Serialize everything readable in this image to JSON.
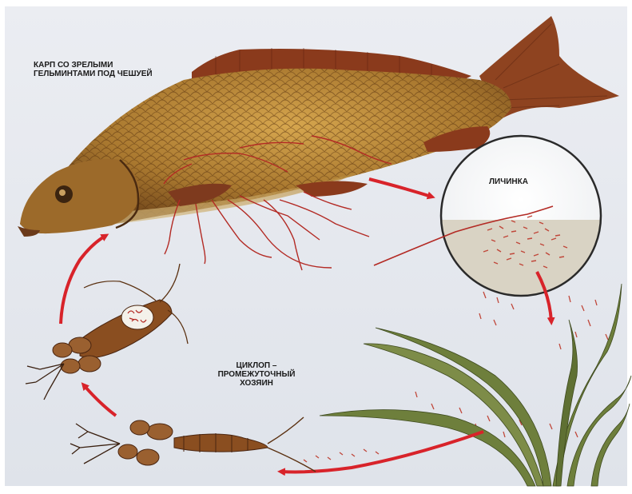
{
  "labels": {
    "carp": "КАРП СО ЗРЕЛЫМИ ГЕЛЬМИНТАМИ ПОД ЧЕШУЕЙ",
    "larva": "ЛИЧИНКА",
    "cyclops": "ЦИКЛОП – ПРОМЕЖУТОЧНЫЙ ХОЗЯИН"
  },
  "colors": {
    "background": "#e3e7ee",
    "fish_body": "#a9782f",
    "fish_dark": "#5e3614",
    "fin": "#8a3a1c",
    "worm": "#b32a24",
    "arrow": "#d8232a",
    "plant": "#6e7f3c",
    "cyclops": "#8a4e20"
  }
}
